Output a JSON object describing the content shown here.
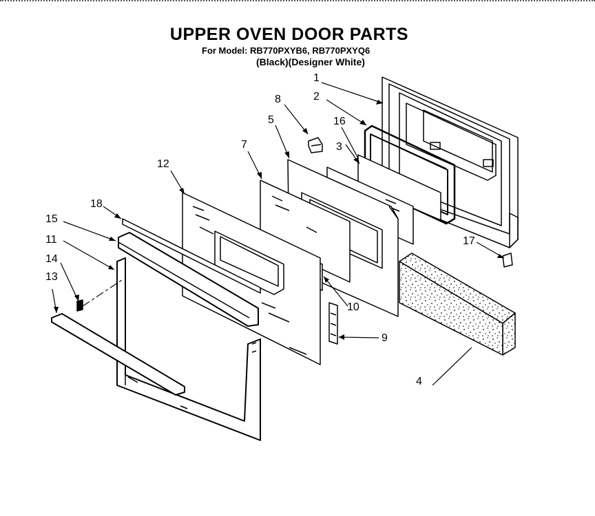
{
  "header": {
    "title": "UPPER OVEN DOOR PARTS",
    "model_line": "For Model: RB770PXYB6, RB770PXYQ6",
    "color_line": "(Black)(Designer White)"
  },
  "callouts": [
    {
      "id": "1",
      "label": "1"
    },
    {
      "id": "2",
      "label": "2"
    },
    {
      "id": "3",
      "label": "3"
    },
    {
      "id": "4",
      "label": "4"
    },
    {
      "id": "5",
      "label": "5"
    },
    {
      "id": "7",
      "label": "7"
    },
    {
      "id": "8",
      "label": "8"
    },
    {
      "id": "9",
      "label": "9"
    },
    {
      "id": "10",
      "label": "10"
    },
    {
      "id": "11",
      "label": "11"
    },
    {
      "id": "12",
      "label": "12"
    },
    {
      "id": "13",
      "label": "13"
    },
    {
      "id": "14",
      "label": "14"
    },
    {
      "id": "15",
      "label": "15"
    },
    {
      "id": "16",
      "label": "16"
    },
    {
      "id": "17",
      "label": "17"
    },
    {
      "id": "18",
      "label": "18"
    }
  ]
}
